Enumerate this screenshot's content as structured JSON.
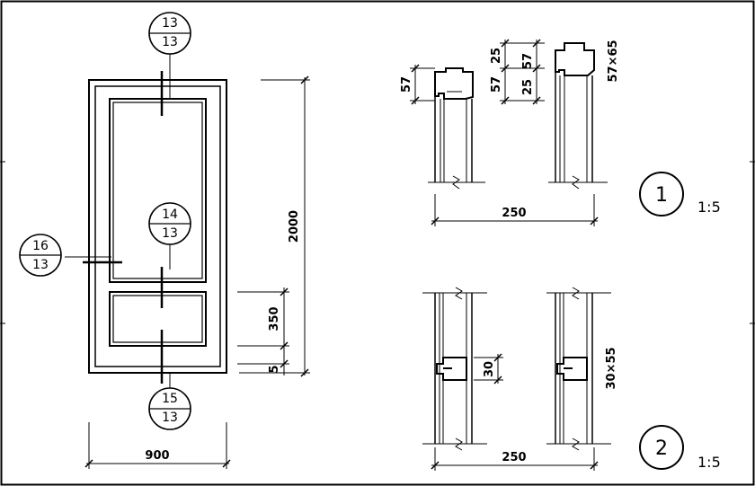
{
  "elevation": {
    "width_dim": "900",
    "height_dim": "2000",
    "panel_dim": "350",
    "bottom_dim": "5"
  },
  "callouts": [
    {
      "top": "13",
      "bottom": "13"
    },
    {
      "top": "14",
      "bottom": "13"
    },
    {
      "top": "15",
      "bottom": "13"
    },
    {
      "top": "16",
      "bottom": "13"
    }
  ],
  "detail1": {
    "number": "1",
    "scale": "1:5",
    "dim_left_57": "57",
    "dim_57a": "57",
    "dim_25a": "25",
    "dim_57b": "57",
    "dim_25b": "25",
    "section": "57×65",
    "width": "250"
  },
  "detail2": {
    "number": "2",
    "scale": "1:5",
    "dim_30": "30",
    "section": "30×55",
    "width": "250"
  }
}
